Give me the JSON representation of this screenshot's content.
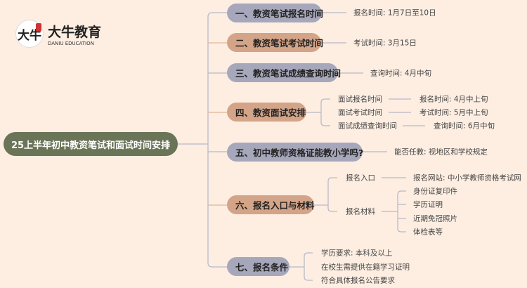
{
  "logo": {
    "mark": "大牛",
    "name": "大牛教育",
    "subtitle": "DANIU EDUCATION"
  },
  "root": "25上半年初中教资笔试和面试时间安排",
  "branches": [
    {
      "label": "一、教资笔试报名时间",
      "leaves": [
        "报名时间: 1月7日至10日"
      ]
    },
    {
      "label": "二、教资笔试考试时间",
      "leaves": [
        "考试时间: 3月15日"
      ]
    },
    {
      "label": "三、教资笔试成绩查询时间",
      "leaves": [
        "查询时间: 4月中旬"
      ]
    },
    {
      "label": "四、教资面试安排",
      "subs": [
        {
          "label": "面试报名时间",
          "value": "报名时间: 4月中上旬"
        },
        {
          "label": "面试考试时间",
          "value": "考试时间: 5月中上旬"
        },
        {
          "label": "面试成绩查询时间",
          "value": "查询时间: 6月中旬"
        }
      ]
    },
    {
      "label": "五、初中教师资格证能教小学吗?",
      "leaves": [
        "能否任教: 视地区和学校规定"
      ]
    },
    {
      "label": "六、报名入口与材料",
      "subs": [
        {
          "label": "报名入口",
          "value": "报名网站: 中小学教师资格考试网"
        },
        {
          "label": "报名材料",
          "items": [
            "身份证复印件",
            "学历证明",
            "近期免冠照片",
            "体检表等"
          ]
        }
      ]
    },
    {
      "label": "七、报名条件",
      "leaves": [
        "学历要求: 本科及以上",
        "在校生需提供在籍学习证明",
        "符合具体报名公告要求"
      ]
    }
  ],
  "colors": {
    "background": "#feeee2",
    "root": "#6a7457",
    "gray": "#a7a7bb",
    "tan": "#d3a488",
    "line": "#b9b9c9"
  }
}
